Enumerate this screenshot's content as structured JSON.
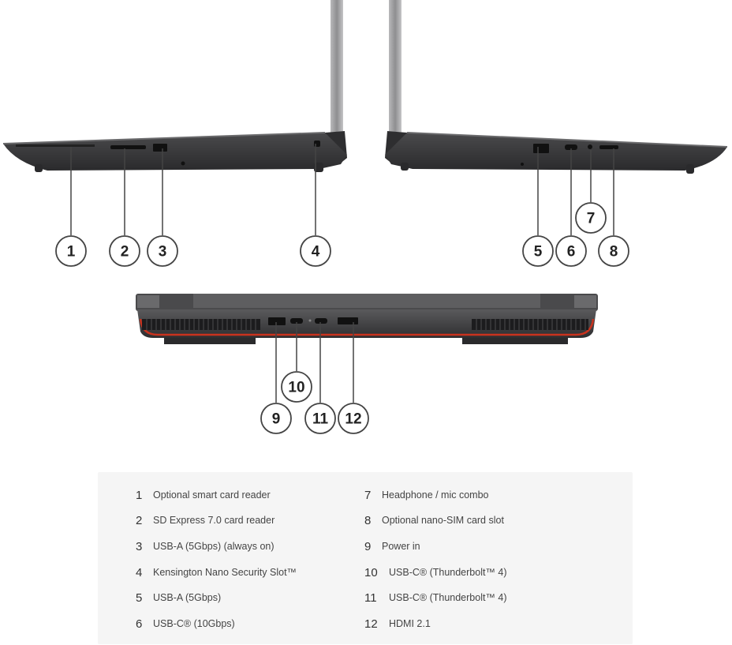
{
  "callouts": [
    "1",
    "2",
    "3",
    "4",
    "5",
    "6",
    "7",
    "8",
    "9",
    "10",
    "11",
    "12"
  ],
  "legend": [
    {
      "num": "1",
      "label": "Optional smart card reader"
    },
    {
      "num": "2",
      "label": "SD Express 7.0 card reader"
    },
    {
      "num": "3",
      "label": "USB-A (5Gbps) (always on)"
    },
    {
      "num": "4",
      "label": "Kensington Nano Security Slot™"
    },
    {
      "num": "5",
      "label": "USB-A (5Gbps)"
    },
    {
      "num": "6",
      "label": "USB-C® (10Gbps)"
    },
    {
      "num": "7",
      "label": "Headphone / mic combo"
    },
    {
      "num": "8",
      "label": "Optional nano-SIM card slot"
    },
    {
      "num": "9",
      "label": "Power in"
    },
    {
      "num": "10",
      "label": "USB-C® (Thunderbolt™ 4)"
    },
    {
      "num": "11",
      "label": "USB-C® (Thunderbolt™ 4)"
    },
    {
      "num": "12",
      "label": "HDMI 2.1"
    }
  ],
  "colors": {
    "chassis": "#3a3a3c",
    "accent_red": "#c8321e",
    "lid": "#9a9a9c",
    "legend_bg": "#f5f5f5"
  }
}
